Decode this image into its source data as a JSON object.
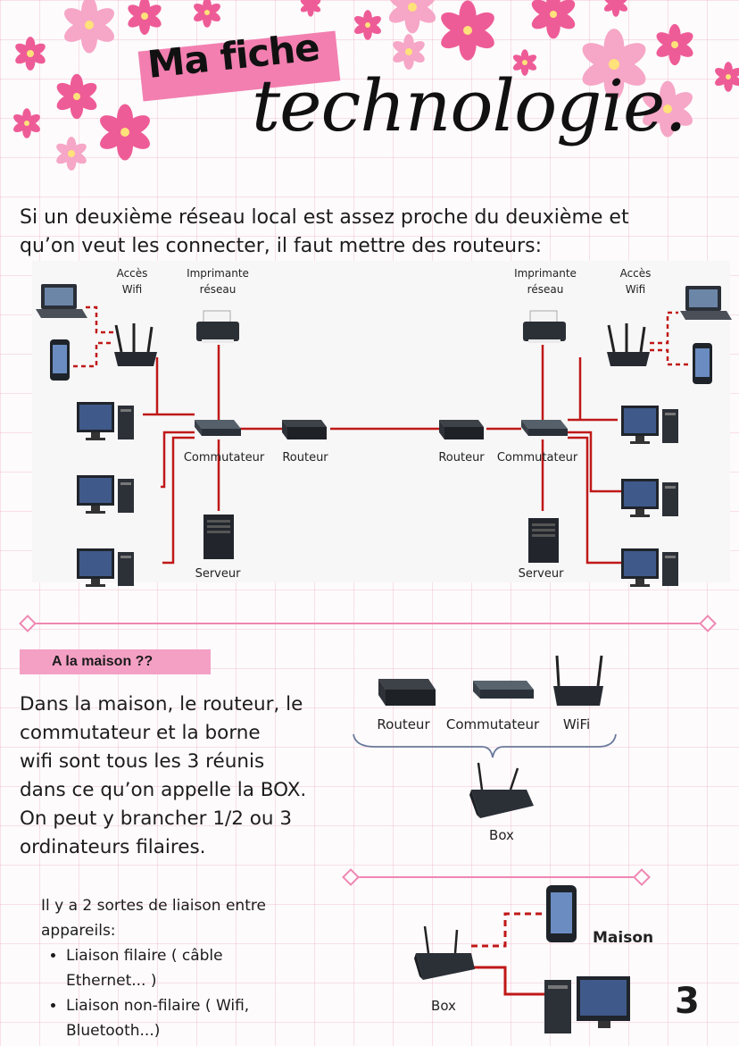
{
  "header": {
    "title_main": "Ma fiche",
    "title_script": "technologie."
  },
  "intro": {
    "line1": "Si un deuxième réseau local est assez proche du deuxième et",
    "line2": "qu’on veut les connecter, il faut mettre des routeurs:"
  },
  "network_diagram": {
    "left": {
      "wifi": [
        "Accès",
        "Wifi"
      ],
      "printer": [
        "Imprimante",
        "réseau"
      ],
      "switch": "Commutateur",
      "router": "Routeur",
      "server": "Serveur"
    },
    "right": {
      "printer": [
        "Imprimante",
        "réseau"
      ],
      "wifi": [
        "Accès",
        "Wifi"
      ],
      "router": "Routeur",
      "switch": "Commutateur",
      "server": "Serveur"
    }
  },
  "home": {
    "section_label": "A la maison ??",
    "text_lines": [
      "Dans la maison, le routeur, le",
      "commutateur et la borne",
      "wifi sont tous les 3 réunis",
      "dans ce qu’on appelle la BOX.",
      "On peut y brancher 1/2 ou 3",
      "ordinateurs filaires."
    ],
    "box_diagram": {
      "router": "Routeur",
      "switch": "Commutateur",
      "wifi": "WiFi",
      "box": "Box"
    }
  },
  "liaison": {
    "intro_lines": [
      "Il y a 2 sortes de liaison entre",
      "appareils:"
    ],
    "items": [
      [
        "Liaison filaire ( câble",
        "Ethernet... )"
      ],
      [
        "Liaison non-filaire ( Wifi,",
        "Bluetooth...)"
      ]
    ]
  },
  "maison_diagram": {
    "box": "Box",
    "maison": "Maison"
  },
  "page_number": "3",
  "colors": {
    "pink_accent": "#ef87b2",
    "label_pink": "#f4a0c4",
    "flower_pink": "#f27fb0",
    "cable_red": "#c01818"
  }
}
